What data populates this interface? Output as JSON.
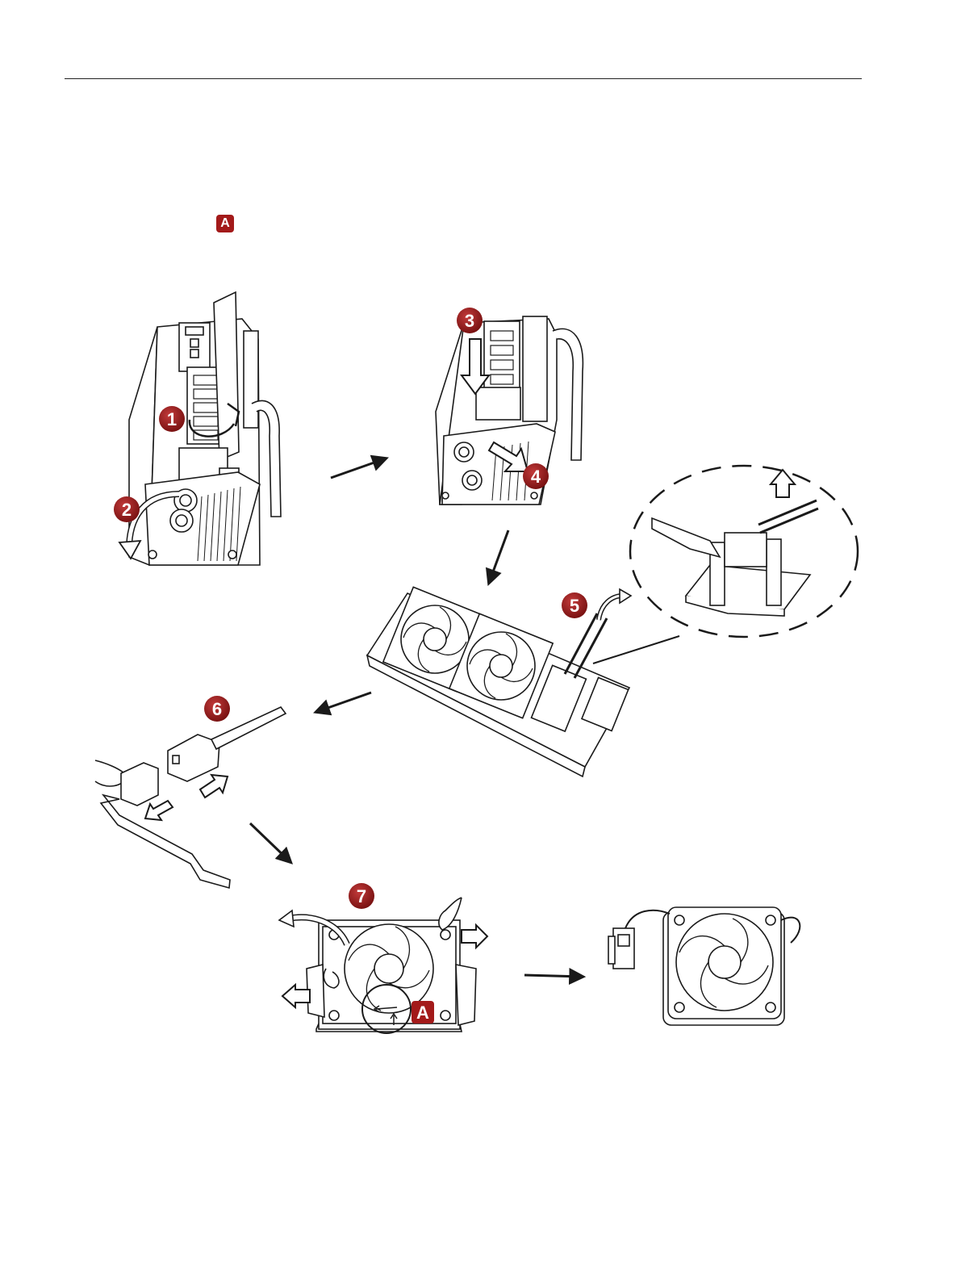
{
  "legend": {
    "marker_label": "A",
    "marker_color": "#a31a1a"
  },
  "steps": [
    {
      "label": "1"
    },
    {
      "label": "2"
    },
    {
      "label": "3"
    },
    {
      "label": "4"
    },
    {
      "label": "5"
    },
    {
      "label": "6"
    },
    {
      "label": "7"
    }
  ],
  "detail_marker": {
    "label": "A"
  },
  "colors": {
    "step_badge": "#8b1a1a",
    "ink": "#1a1a1a"
  }
}
